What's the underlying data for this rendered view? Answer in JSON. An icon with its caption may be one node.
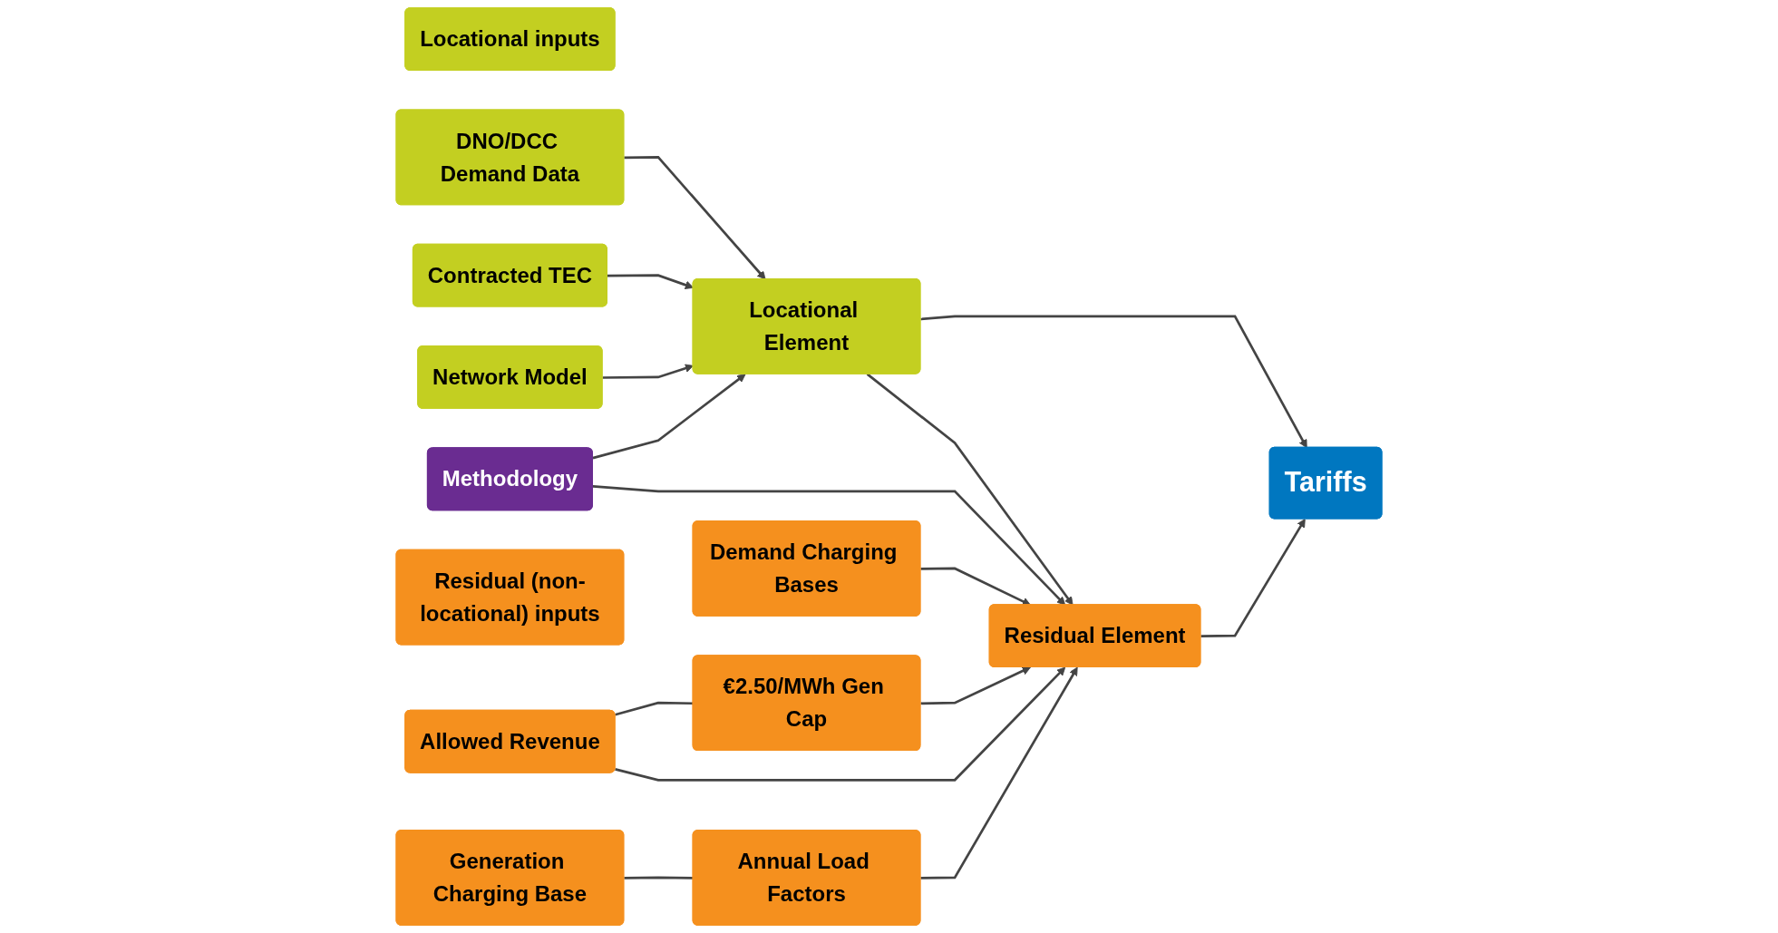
{
  "diagram": {
    "nodes": [
      {
        "text": [
          "Locational inputs"
        ]
      },
      {
        "text": [
          "DNO/DCC Demand Data"
        ]
      },
      {
        "text": [
          "Contracted TEC"
        ]
      },
      {
        "text": [
          "Network Model"
        ]
      },
      {
        "text": [
          "Locational Element"
        ]
      },
      {
        "text": [
          "Methodology"
        ]
      },
      {
        "text": [
          "Tariffs"
        ]
      },
      {
        "text": [
          "Residual (non-locational) inputs"
        ]
      },
      {
        "text": [
          "Allowed Revenue"
        ]
      },
      {
        "text": [
          "€2.50/MWh Gen Cap"
        ]
      },
      {
        "text": [
          "Demand Charging Bases"
        ]
      },
      {
        "text": [
          "Residual Element"
        ]
      },
      {
        "text": [
          "Generation Charging Base"
        ]
      },
      {
        "text": [
          "Annual Load Factors"
        ]
      }
    ],
    "edges": [
      {
        "from": 1,
        "to": 4,
        "arrow": "to"
      },
      {
        "from": 2,
        "to": 4,
        "arrow": "to"
      },
      {
        "from": 3,
        "to": 4,
        "arrow": "to"
      },
      {
        "from": 5,
        "to": 4,
        "arrow": "to"
      },
      {
        "from": 4,
        "to": 6,
        "arrow": "to"
      },
      {
        "from": 4,
        "to": 11,
        "arrow": "to"
      },
      {
        "from": 8,
        "to": 9,
        "arrow": "none"
      },
      {
        "from": 8,
        "to": 11,
        "arrow": "to"
      },
      {
        "from": 10,
        "to": 11,
        "arrow": "to"
      },
      {
        "from": 5,
        "to": 11,
        "arrow": "to"
      },
      {
        "from": 9,
        "to": 11,
        "arrow": "to"
      },
      {
        "from": 13,
        "to": 11,
        "arrow": "to"
      },
      {
        "from": 12,
        "to": 13,
        "arrow": "none"
      },
      {
        "from": 11,
        "to": 6,
        "arrow": "to"
      }
    ]
  }
}
